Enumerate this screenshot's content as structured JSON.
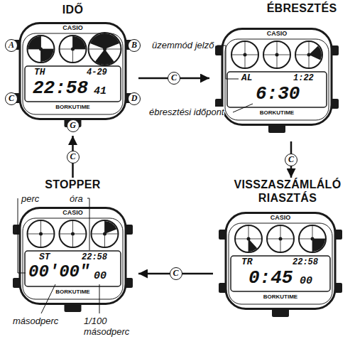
{
  "diagram": {
    "nodes": [
      {
        "text": [
          "IDŐ",
          "CASIO",
          "TH",
          "4-29",
          "22:58",
          "41",
          "BORKUTIME"
        ]
      },
      {
        "text": [
          "ÉBRESZTÉS",
          "CASIO",
          "AL",
          "1:22",
          "6:30",
          "BORKUTIME"
        ]
      },
      {
        "text": [
          "VISSZASZÁMLÁLÓ RIASZTÁS",
          "CASIO",
          "TR",
          "22:58",
          "0:45",
          "00",
          "BORKUTIME"
        ]
      },
      {
        "text": [
          "STOPPER",
          "CASIO",
          "ST",
          "22:58",
          "00'00\"",
          "00",
          "BORKUTIME"
        ]
      }
    ],
    "edges": [
      {
        "from": 0,
        "to": 1,
        "arrow": "to",
        "label": "C"
      },
      {
        "from": 1,
        "to": 2,
        "arrow": "to",
        "label": "C"
      },
      {
        "from": 2,
        "to": 3,
        "arrow": "to",
        "label": "C"
      },
      {
        "from": 3,
        "to": 0,
        "arrow": "to",
        "label": "C"
      }
    ],
    "labels": [
      "A",
      "B",
      "C",
      "D",
      "G",
      "üzemmód jelző",
      "ébresztési időpont",
      "perc",
      "óra",
      "másodperc",
      "1/100 másodperc"
    ]
  }
}
